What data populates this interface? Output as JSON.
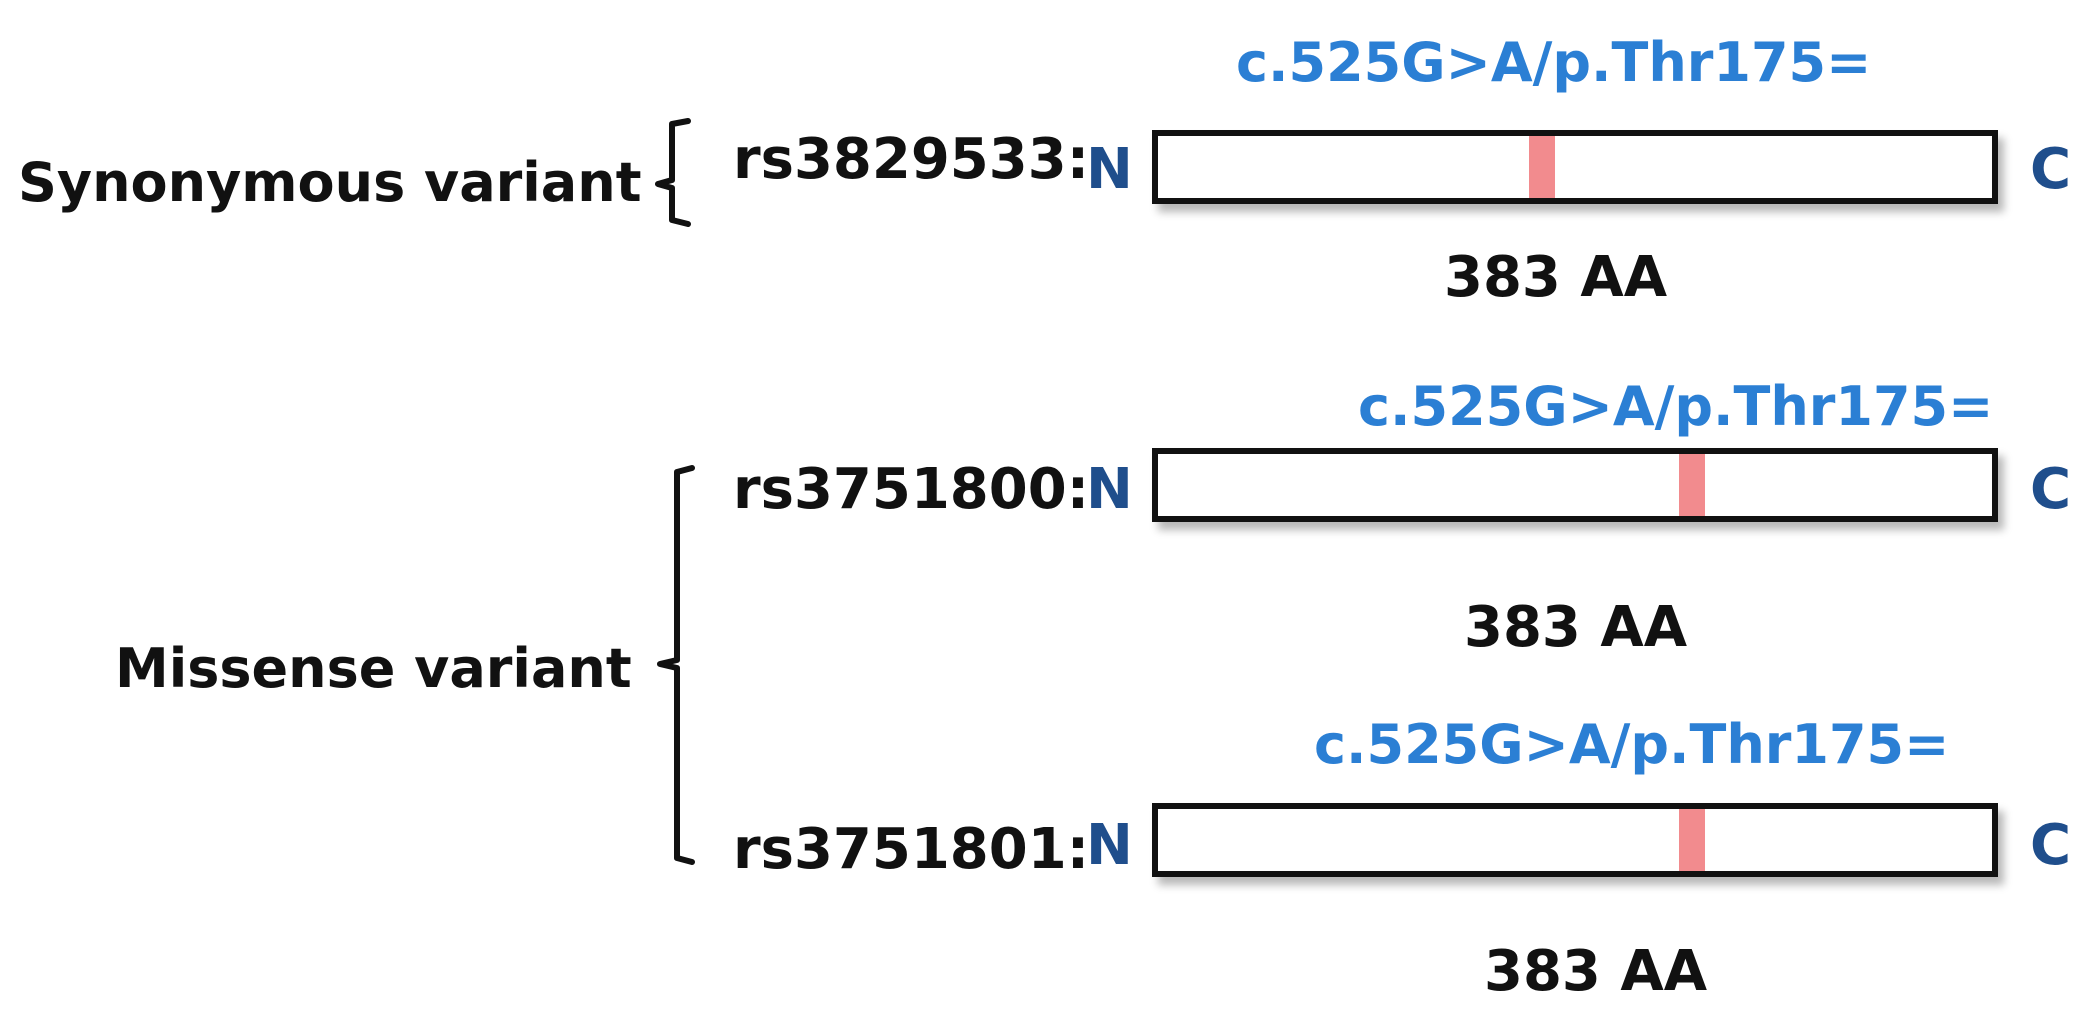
{
  "groups": {
    "synonymous": {
      "label": "Synonymous variant"
    },
    "missense": {
      "label": "Missense variant"
    }
  },
  "proteins": [
    {
      "id": "rs3829533:",
      "n_term": "N",
      "c_term": "C",
      "variant": "c.525G>A/p.Thr175=",
      "length": "383 AA",
      "variant_fraction": 0.46,
      "variant_color": "#f28b8e"
    },
    {
      "id": "rs3751800:",
      "n_term": "N",
      "c_term": "C",
      "variant": "c.525G>A/p.Thr175=",
      "length": "383 AA",
      "variant_fraction": 0.64,
      "variant_color": "#f28b8e"
    },
    {
      "id": "rs3751801:",
      "n_term": "N",
      "c_term": "C",
      "variant": "c.525G>A/p.Thr175=",
      "length": "383 AA",
      "variant_fraction": 0.64,
      "variant_color": "#f28b8e"
    }
  ],
  "colors": {
    "terminus": "#1f4e8c",
    "variant_text": "#2b7fd4",
    "text": "#111111"
  }
}
